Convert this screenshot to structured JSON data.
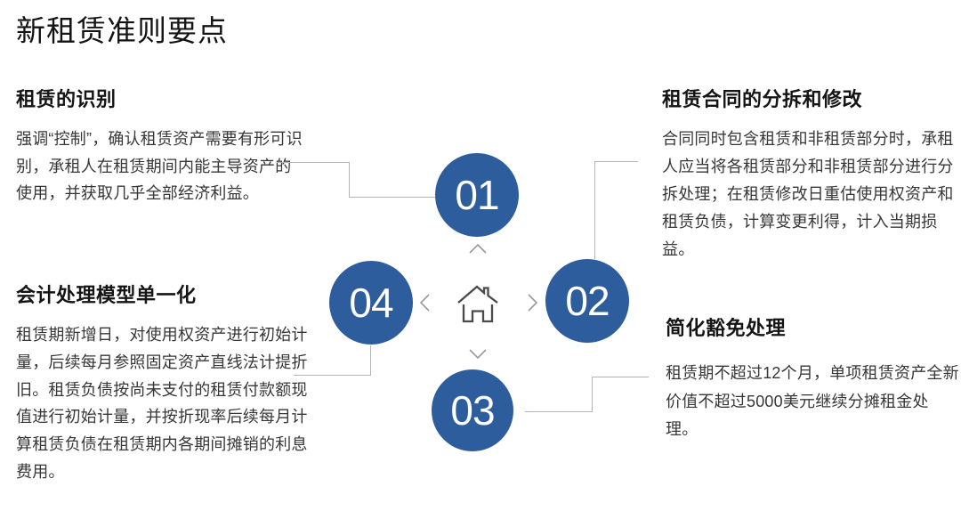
{
  "page": {
    "title": "新租赁准则要点",
    "background": "#ffffff"
  },
  "colors": {
    "accent_blue": "#2e5d9e",
    "badge_text": "#ffffff",
    "heading_text": "#151515",
    "body_text": "#373737",
    "connector_gray": "#b5b5b5",
    "home_icon_gray": "#4a4a4a",
    "chevron_gray": "#9a9a9a"
  },
  "diagram": {
    "center_icon": "home-icon",
    "chevron_icons": [
      "chevron-up-icon",
      "chevron-left-icon",
      "chevron-right-icon",
      "chevron-down-icon"
    ]
  },
  "sections": [
    {
      "badge": "01",
      "title": "租赁的识别",
      "body": "强调“控制”，确认租赁资产需要有形可识别，承租人在租赁期间内能主导资产的使用，并获取几乎全部经济利益。"
    },
    {
      "badge": "02",
      "title": "租赁合同的分拆和修改",
      "body": "合同同时包含租赁和非租赁部分时，承租人应当将各租赁部分和非租赁部分进行分拆处理；在租赁修改日重估使用权资产和租赁负债，计算变更利得，计入当期损益。"
    },
    {
      "badge": "03",
      "title": "简化豁免处理",
      "body": "租赁期不超过12个月，单项租赁资产全新价值不超过5000美元继续分摊租金处理。"
    },
    {
      "badge": "04",
      "title": "会计处理模型单一化",
      "body": "租赁期新增日，对使用权资产进行初始计量，后续每月参照固定资产直线法计提折旧。租赁负债按尚未支付的租赁付款额现值进行初始计量，并按折现率后续每月计算租赁负债在租赁期内各期间摊销的利息费用。"
    }
  ]
}
